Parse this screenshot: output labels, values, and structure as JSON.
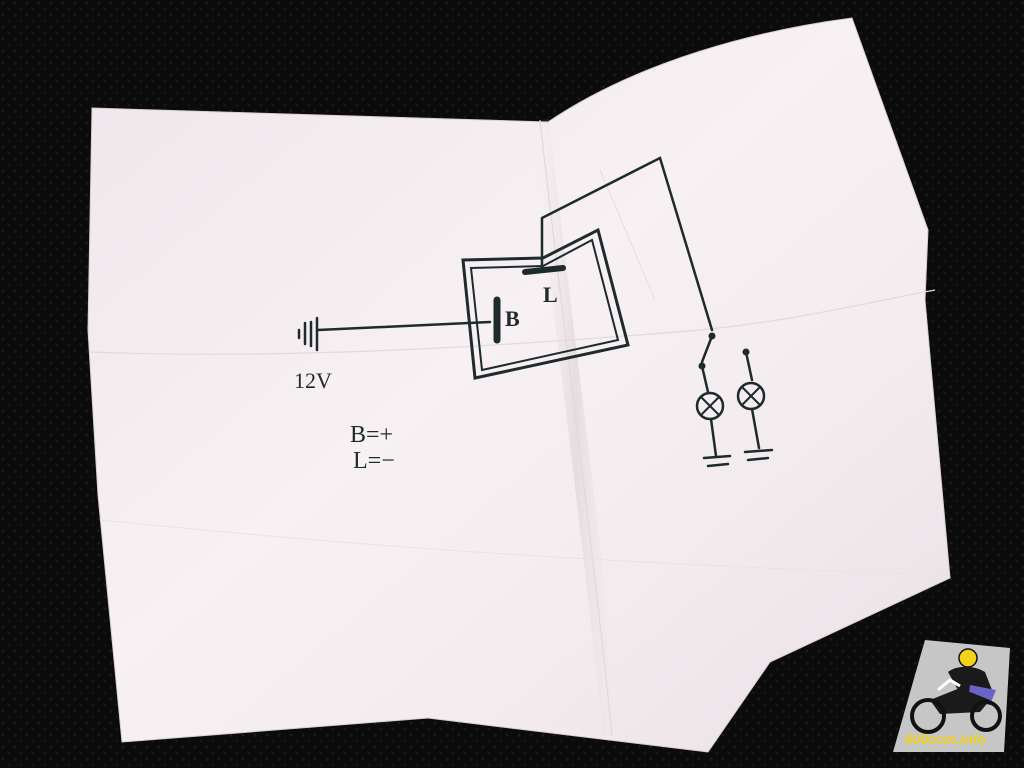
{
  "diagram": {
    "battery_label": "12V",
    "terminal_b": "B",
    "terminal_l": "L",
    "legend": {
      "line1": "B=+",
      "line2": "L=−"
    }
  },
  "watermark": {
    "text": "600ccm.info",
    "accent_color": "#f3d21c"
  },
  "colors": {
    "background": "#0b0b0b",
    "paper": "#f5eef0",
    "ink": "#1e2a2c"
  }
}
